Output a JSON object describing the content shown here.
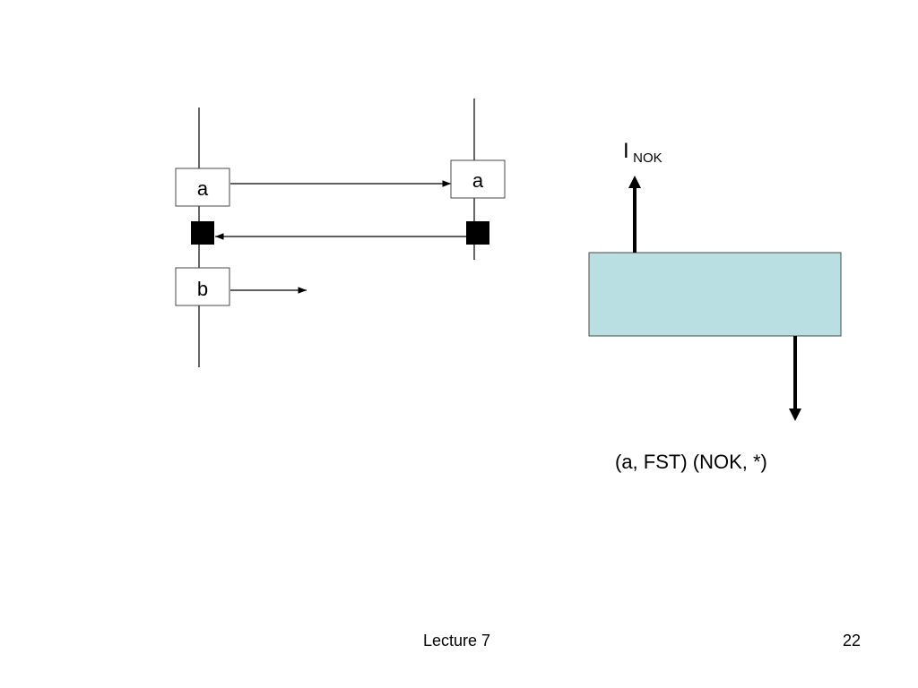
{
  "colors": {
    "lines": "#000000",
    "state_fill": "#b9dfe3",
    "state_stroke": "#4a4a4a",
    "box_fill": "#ffffff",
    "box_stroke": "#4a4a4a",
    "marker_fill": "#000000"
  },
  "sequence": {
    "left_box_top": "a",
    "right_box": "a",
    "left_box_bottom": "b"
  },
  "state": {
    "output_main": "I",
    "output_sub": "NOK"
  },
  "caption": "(a, FST) (NOK, *)",
  "footer": {
    "lecture": "Lecture 7",
    "page": "22"
  }
}
